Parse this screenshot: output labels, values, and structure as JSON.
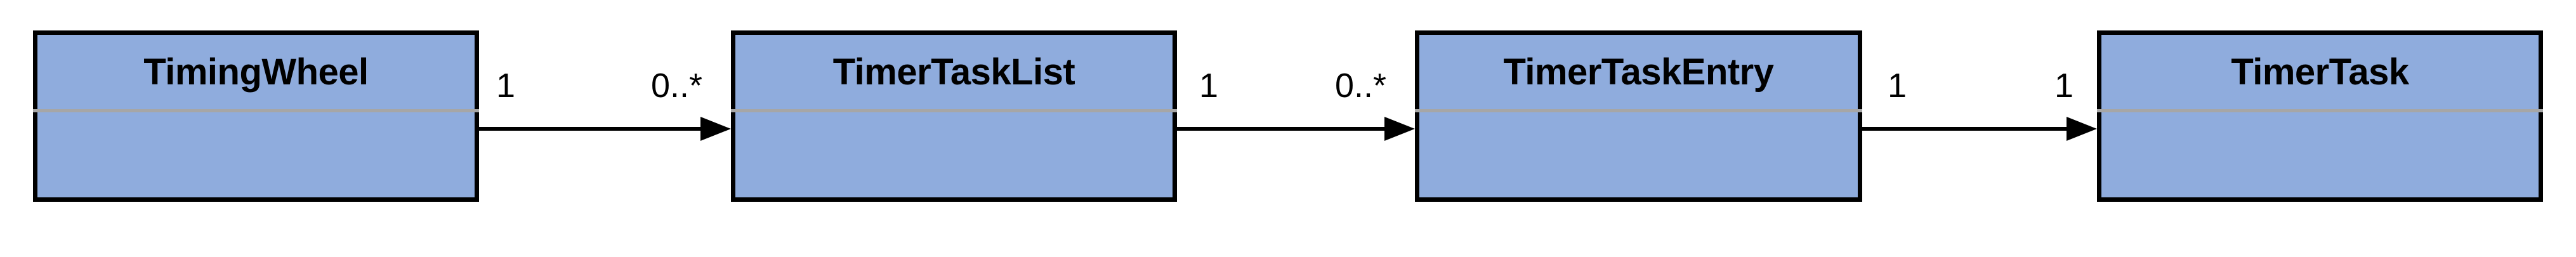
{
  "diagram": {
    "kind": "uml-class-diagram",
    "background_color": "#ffffff",
    "class_fill_color": "#8FACDD",
    "class_border_color": "#000000",
    "compartment_divider_color": "#A6A6A6",
    "relation_color": "#000000",
    "classes": [
      {
        "name": "TimingWheel",
        "attributes": [],
        "operations": []
      },
      {
        "name": "TimerTaskList",
        "attributes": [],
        "operations": []
      },
      {
        "name": "TimerTaskEntry",
        "attributes": [],
        "operations": []
      },
      {
        "name": "TimerTask",
        "attributes": [],
        "operations": []
      }
    ],
    "relations": [
      {
        "type": "association",
        "arrow": "open-directed",
        "source": "TimingWheel",
        "target": "TimerTaskList",
        "source_multiplicity": "1",
        "target_multiplicity": "0..*"
      },
      {
        "type": "association",
        "arrow": "open-directed",
        "source": "TimerTaskList",
        "target": "TimerTaskEntry",
        "source_multiplicity": "1",
        "target_multiplicity": "0..*"
      },
      {
        "type": "association",
        "arrow": "open-directed",
        "source": "TimerTaskEntry",
        "target": "TimerTask",
        "source_multiplicity": "1",
        "target_multiplicity": "1"
      }
    ]
  }
}
